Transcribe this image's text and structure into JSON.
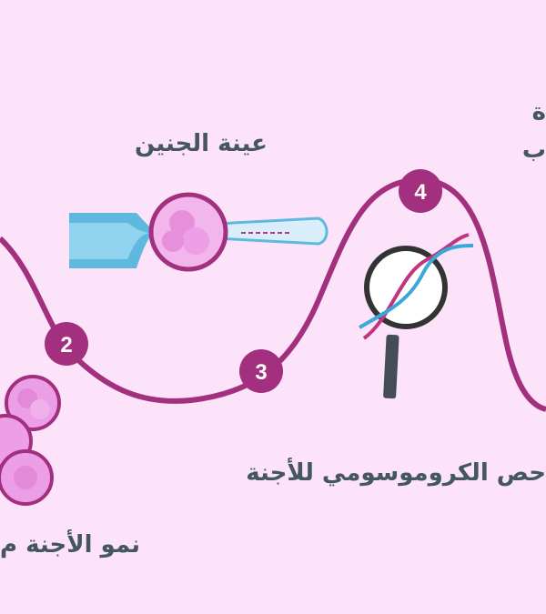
{
  "colors": {
    "background": "#fde3f9",
    "path": "#a2307f",
    "text": "#44575f",
    "cell": "#ec9fe6",
    "pipette": "#5fb9de"
  },
  "steps": [
    {
      "number": "2",
      "label": "نمو الأجنة م"
    },
    {
      "number": "3",
      "label": "حص الكروموسومي للأجنة"
    },
    {
      "number": "4",
      "label_line1": "ة",
      "label_line2": "ب"
    }
  ],
  "embryo_sample_label": "عينة الجنين",
  "icons": [
    "embryo-cluster-icon",
    "biopsy-pipette-icon",
    "dna-magnifier-icon"
  ]
}
